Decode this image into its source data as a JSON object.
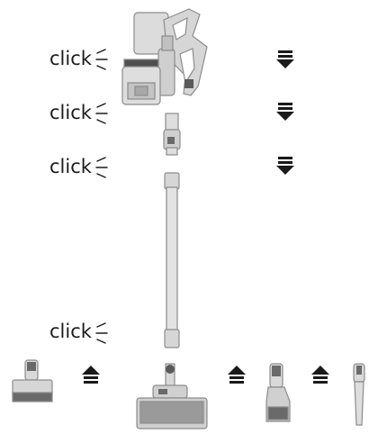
{
  "diagram": {
    "click_labels": [
      {
        "id": "click-1",
        "text": "click"
      },
      {
        "id": "click-2",
        "text": "click"
      },
      {
        "id": "click-3",
        "text": "click"
      },
      {
        "id": "click-4",
        "text": "click"
      }
    ],
    "arrows": [
      {
        "id": "arrow-down-1",
        "direction": "down"
      },
      {
        "id": "arrow-down-2",
        "direction": "down"
      },
      {
        "id": "arrow-down-3",
        "direction": "down"
      },
      {
        "id": "arrow-up-1",
        "direction": "up"
      },
      {
        "id": "arrow-up-2",
        "direction": "up"
      },
      {
        "id": "arrow-up-3",
        "direction": "up"
      }
    ],
    "parts": [
      "main-body-handle-icon",
      "dust-bin-icon",
      "upper-tube-connector-icon",
      "extension-tube-icon",
      "motorized-floor-head-icon",
      "mini-brush-icon",
      "combination-tool-icon",
      "crevice-tool-icon"
    ],
    "colors": {
      "part_fill": "#d9d9d9",
      "part_stroke": "#8c8c8c",
      "part_dark": "#5a5a5a",
      "arrow": "#1a1a1a",
      "text": "#1c1c1c"
    }
  }
}
